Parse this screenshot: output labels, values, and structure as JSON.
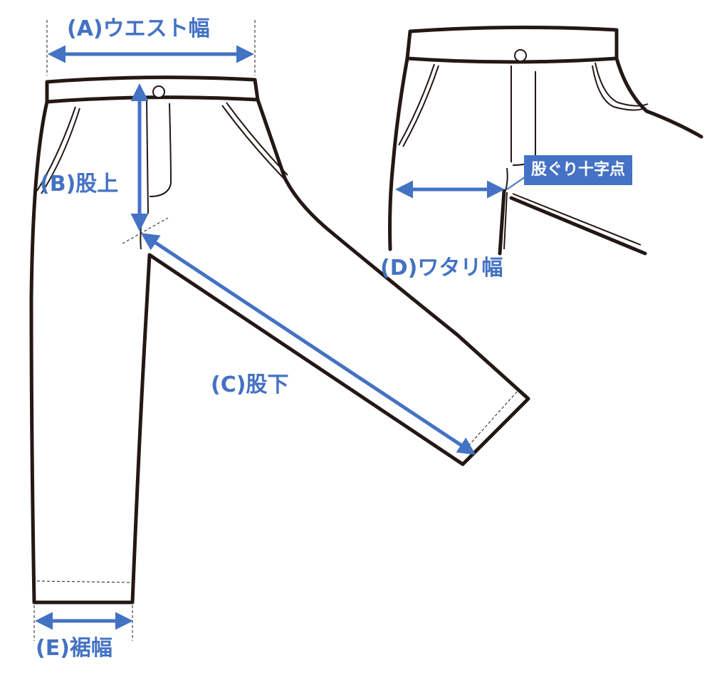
{
  "labels": {
    "waist": "(A)ウエスト幅",
    "rise": "(B)股上",
    "inseam": "(C)股下",
    "thigh": "(D)ワタリ幅",
    "hem": "(E)裾幅",
    "crotch_point": "股ぐり十字点"
  },
  "colors": {
    "accent": "#4472c4",
    "outline": "#231815"
  }
}
